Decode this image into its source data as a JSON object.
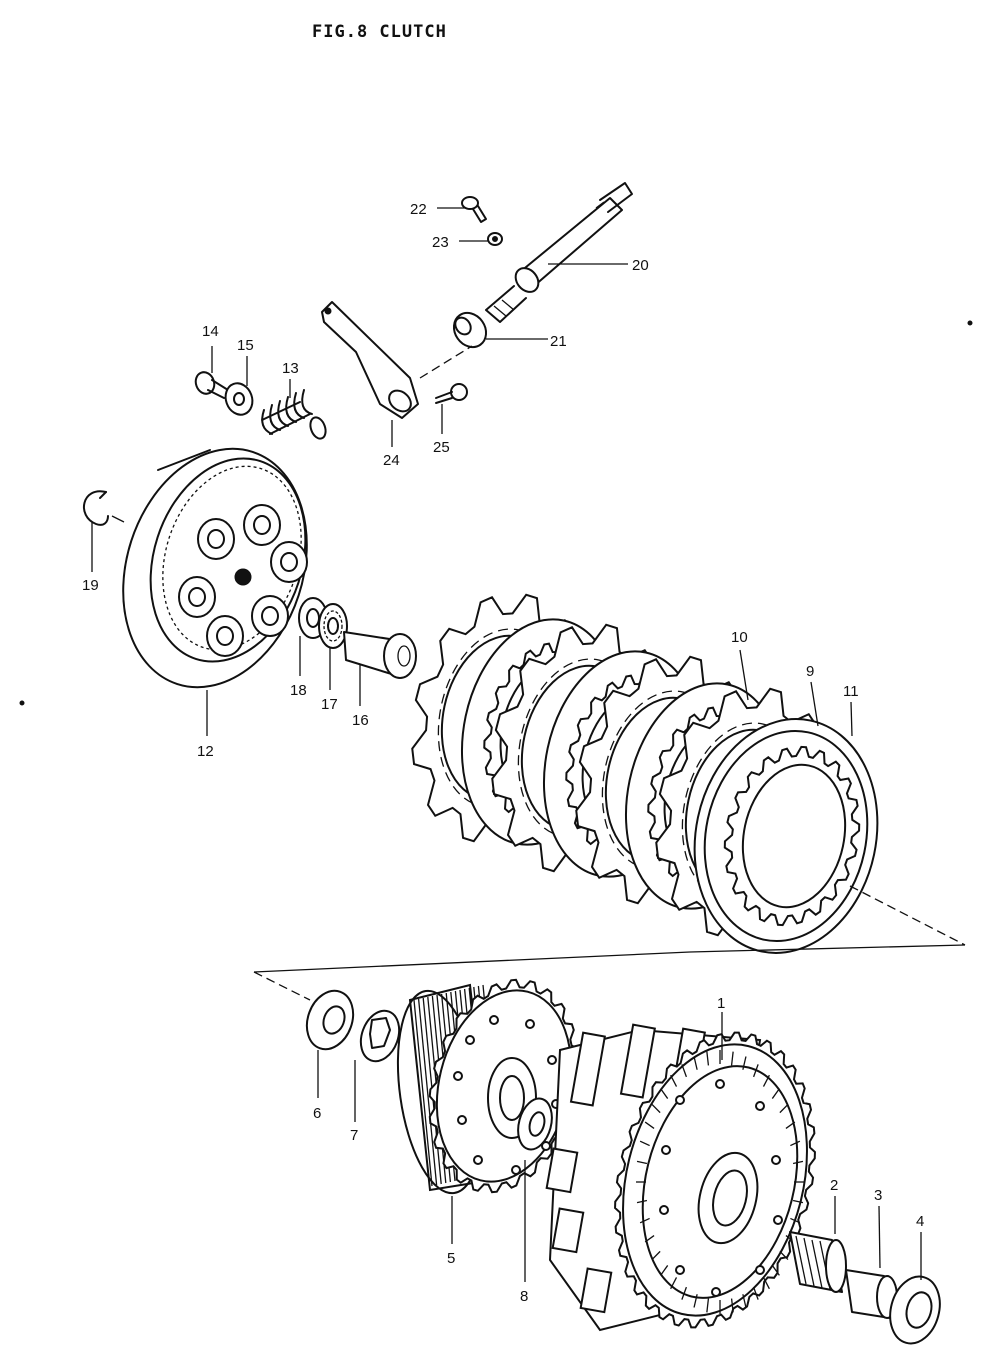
{
  "figure": {
    "title": "FIG.8  CLUTCH"
  },
  "callouts": [
    {
      "id": "c1",
      "label": "1"
    },
    {
      "id": "c2",
      "label": "2"
    },
    {
      "id": "c3",
      "label": "3"
    },
    {
      "id": "c4",
      "label": "4"
    },
    {
      "id": "c5",
      "label": "5"
    },
    {
      "id": "c6",
      "label": "6"
    },
    {
      "id": "c7",
      "label": "7"
    },
    {
      "id": "c8",
      "label": "8"
    },
    {
      "id": "c9",
      "label": "9"
    },
    {
      "id": "c10",
      "label": "10"
    },
    {
      "id": "c11",
      "label": "11"
    },
    {
      "id": "c12",
      "label": "12"
    },
    {
      "id": "c13",
      "label": "13"
    },
    {
      "id": "c14",
      "label": "14"
    },
    {
      "id": "c15",
      "label": "15"
    },
    {
      "id": "c16",
      "label": "16"
    },
    {
      "id": "c17",
      "label": "17"
    },
    {
      "id": "c18",
      "label": "18"
    },
    {
      "id": "c19",
      "label": "19"
    },
    {
      "id": "c20",
      "label": "20"
    },
    {
      "id": "c21",
      "label": "21"
    },
    {
      "id": "c22",
      "label": "22"
    },
    {
      "id": "c23",
      "label": "23"
    },
    {
      "id": "c24",
      "label": "24"
    },
    {
      "id": "c25",
      "label": "25"
    }
  ]
}
